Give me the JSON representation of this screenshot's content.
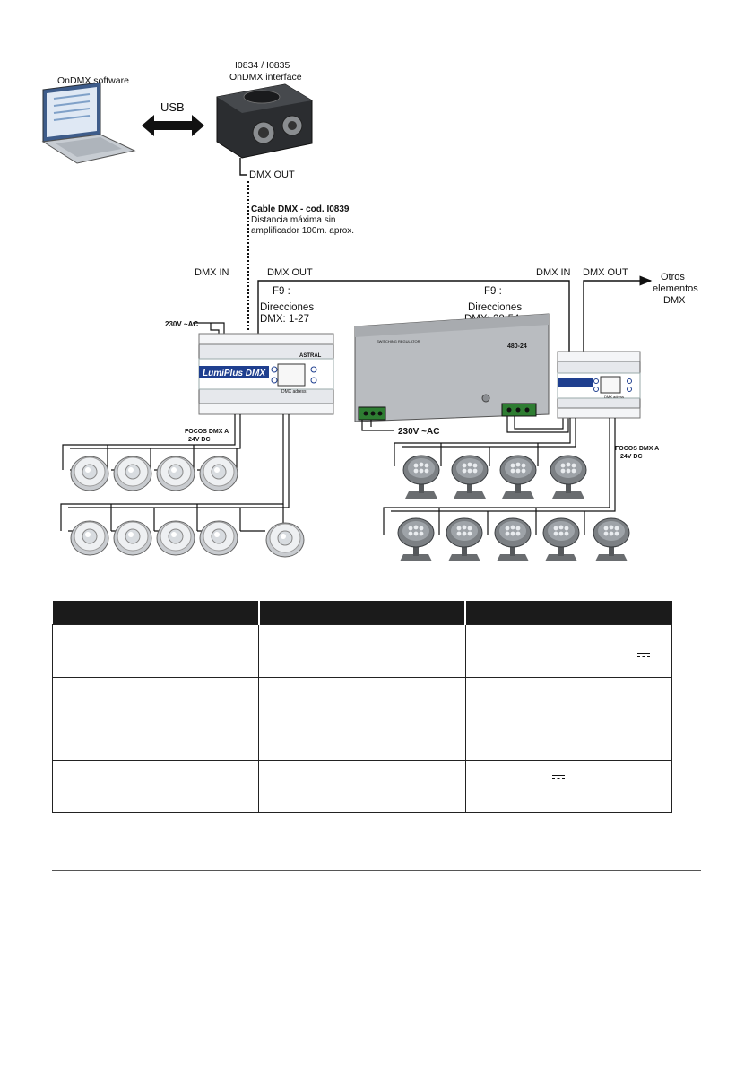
{
  "labels": {
    "software": "OnDMX software",
    "interface_code": "I0834 / I0835",
    "interface_name": "OnDMX interface",
    "usb": "USB",
    "dmx_out_iface": "DMX OUT",
    "cable_title": "Cable DMX - cod. I0839",
    "cable_line1": "Distancia máxima sin",
    "cable_line2": "amplificador 100m. aprox.",
    "dmx_in_1": "DMX IN",
    "dmx_out_1": "DMX OUT",
    "f9_1": "F9 :",
    "dir1_line1": "Direcciones",
    "dir1_line2": "DMX: 1-27",
    "ac_left": "230V ~AC",
    "lumiplus_brand": "LumiPlus DMX",
    "astral_1": "ASTRAL",
    "dmx_adress_1": "DMX adress",
    "focos_left_1": "FOCOS DMX A",
    "focos_left_2": "24V DC",
    "f9_2": "F9 :",
    "dir2_line1": "Direcciones",
    "dir2_line2": "DMX: 28-54",
    "psu_model": "480-24",
    "psu_name": "SWITCHING REGULATOR",
    "ac_psu": "230V ~AC",
    "dmx_in_2": "DMX IN",
    "dmx_out_2": "DMX OUT",
    "otros_1": "Otros",
    "otros_2": "elementos",
    "otros_3": "DMX",
    "dmx_adress_2": "DMX adress",
    "focos_right_1": "FOCOS DMX A",
    "focos_right_2": "24V DC"
  },
  "colors": {
    "line": "#111111",
    "header_bg": "#1b1b1b",
    "device_body": "#e6e8ec",
    "lcd_blue": "#1f3f8f",
    "psu_body": "#b9bcc0"
  },
  "icons": {
    "laptop": "laptop-icon",
    "interface": "dmx-interface-icon",
    "downlight": "led-downlight-icon",
    "spotlight": "led-spotlight-icon",
    "dc": "dc-voltage-icon"
  }
}
